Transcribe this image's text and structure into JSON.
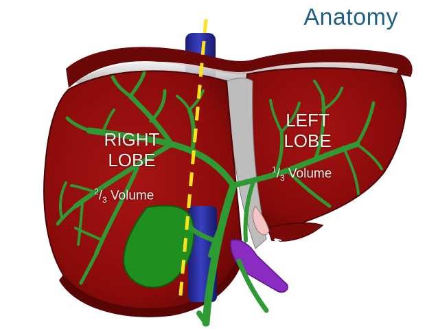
{
  "title": "Anatomy",
  "right_lobe": {
    "label_line1": "RIGHT",
    "label_line2": "LOBE",
    "volume_numerator": "2",
    "volume_denominator": "3",
    "volume_word": "Volume"
  },
  "left_lobe": {
    "label_line1": "LEFT",
    "label_line2": "LOBE",
    "volume_numerator": "1",
    "volume_denominator": "3",
    "volume_word": "Volume"
  },
  "colors": {
    "title": "#1e5f86",
    "liver": "#8e0c0c",
    "liver_dark": "#5e0606",
    "biliary_tree": "#2e9a34",
    "gallbladder": "#1f8f1f",
    "vena_cava": "#2a2e9a",
    "portal_vessel": "#8a2bc2",
    "cantlie_line": "#ffe21a"
  }
}
